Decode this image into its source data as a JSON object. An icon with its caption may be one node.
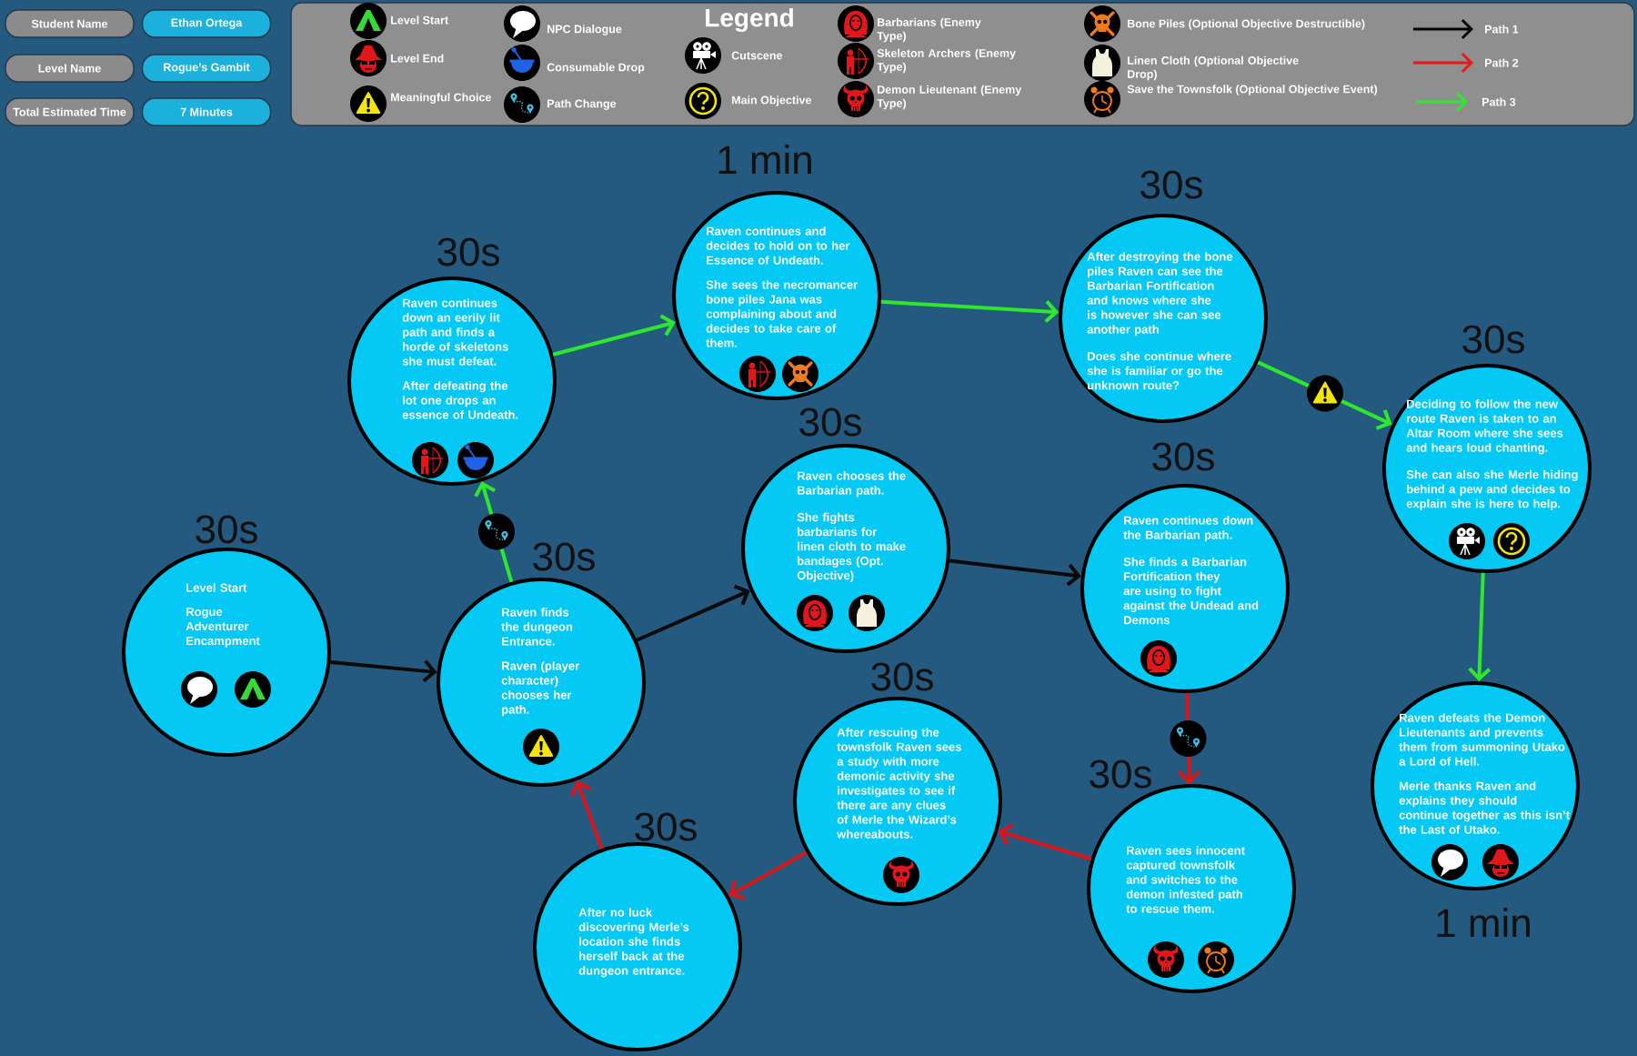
{
  "diagram": {
    "nodes": [
      {
        "text": [
          "Student Name"
        ]
      },
      {
        "text": [
          "Ethan Ortega"
        ]
      },
      {
        "text": [
          "Level Name"
        ]
      },
      {
        "text": [
          "Rogue’s Gambit"
        ]
      },
      {
        "text": [
          "Total Estimated Time"
        ]
      },
      {
        "text": [
          "7 Minutes"
        ]
      },
      {
        "text": [
          "Legend"
        ]
      },
      {
        "text": [
          "Level Start",
          "Rogue Adventurer Encampment"
        ],
        "beside": [
          "30s"
        ]
      },
      {
        "text": [
          "Raven finds the dungeon Entrance.",
          "Raven (player character) chooses her path."
        ],
        "beside": [
          "30s"
        ]
      },
      {
        "text": [
          "Raven continues down an eerily lit path and finds a horde of skeletons she must defeat.",
          "After defeating the lot one drops an essence of Undeath."
        ],
        "beside": [
          "30s"
        ]
      },
      {
        "text": [
          "Raven continues and decides to hold on to her Essence of Undeath.",
          "She sees the necromancer bone piles Jana was complaining about and decides to take care of them."
        ],
        "beside": [
          "1 min"
        ]
      },
      {
        "text": [
          "After destroying the bone piles Raven can see the Barbarian Fortification and knows where she is however she can see another path",
          "Does she continue where she is familiar or go the unknown route?"
        ],
        "beside": [
          "30s"
        ]
      },
      {
        "text": [
          "Deciding to follow the new route Raven is taken to an Altar Room where she sees and hears loud chanting.",
          "She can also she Merle hiding behind a pew and decides to explain she is here to help."
        ],
        "beside": [
          "30s"
        ]
      },
      {
        "text": [
          "Raven defeats the Demon Lieutenants and prevents them from summoning Utako a Lord of Hell.",
          "Merle thanks Raven and explains they should continue together as this isn’t the Last of Utako."
        ],
        "beside": [
          "1 min"
        ]
      },
      {
        "text": [
          "Raven chooses the Barbarian path.",
          "She fights barbarians for linen cloth to make bandages (Opt. Objective)"
        ],
        "beside": [
          "30s"
        ]
      },
      {
        "text": [
          "Raven continues down the Barbarian path.",
          "She finds a Barbarian Fortification they are using to fight against the Undead and Demons"
        ],
        "beside": [
          "30s"
        ]
      },
      {
        "text": [
          "Raven sees innocent captured townsfolk and switches to the demon infested path to rescue them."
        ],
        "beside": [
          "30s"
        ]
      },
      {
        "text": [
          "After rescuing the townsfolk Raven sees a study with more demonic activity she investigates to see if there are any clues of Merle the Wizard’s whereabouts."
        ],
        "beside": [
          "30s"
        ]
      },
      {
        "text": [
          "After no luck discovering Merle’s location she finds herself back at the dungeon entrance."
        ],
        "beside": [
          "30s"
        ]
      }
    ],
    "edges": [
      {
        "from": 7,
        "to": 8,
        "arrow": "to",
        "color": "#0a0a0a"
      },
      {
        "from": 8,
        "to": 14,
        "arrow": "to",
        "color": "#0a0a0a"
      },
      {
        "from": 14,
        "to": 15,
        "arrow": "to",
        "color": "#0a0a0a"
      },
      {
        "from": 15,
        "to": 16,
        "arrow": "to",
        "color": "#d8161b"
      },
      {
        "from": 16,
        "to": 17,
        "arrow": "to",
        "color": "#d8161b"
      },
      {
        "from": 17,
        "to": 18,
        "arrow": "to",
        "color": "#d8161b"
      },
      {
        "from": 18,
        "to": 8,
        "arrow": "to",
        "color": "#d8161b"
      },
      {
        "from": 8,
        "to": 9,
        "arrow": "to"
      },
      {
        "from": 9,
        "to": 10,
        "arrow": "to"
      },
      {
        "from": 10,
        "to": 11,
        "arrow": "to"
      },
      {
        "from": 11,
        "to": 12,
        "arrow": "to"
      },
      {
        "from": 12,
        "to": 13,
        "arrow": "to"
      }
    ],
    "legend": [
      {
        "text": "Level Start"
      },
      {
        "text": "Level End"
      },
      {
        "text": "Meaningful Choice"
      },
      {
        "text": "NPC Dialogue"
      },
      {
        "text": "Consumable Drop"
      },
      {
        "text": "Path Change"
      },
      {
        "text": "Cutscene"
      },
      {
        "text": "Main Objective"
      },
      {
        "text": "Barbarians (Enemy Type)"
      },
      {
        "text": "Skeleton Archers (Enemy Type)"
      },
      {
        "text": "Demon Lieutenant (Enemy Type)"
      },
      {
        "text": "Bone Piles (Optional Objective Destructible)"
      },
      {
        "text": "Linen Cloth (Optional Objective Drop)"
      },
      {
        "text": "Save the Townsfolk (Optional Objective Event)"
      },
      {
        "text": "Path 1"
      },
      {
        "text": "Path 2"
      },
      {
        "text": "Path 3"
      }
    ]
  }
}
